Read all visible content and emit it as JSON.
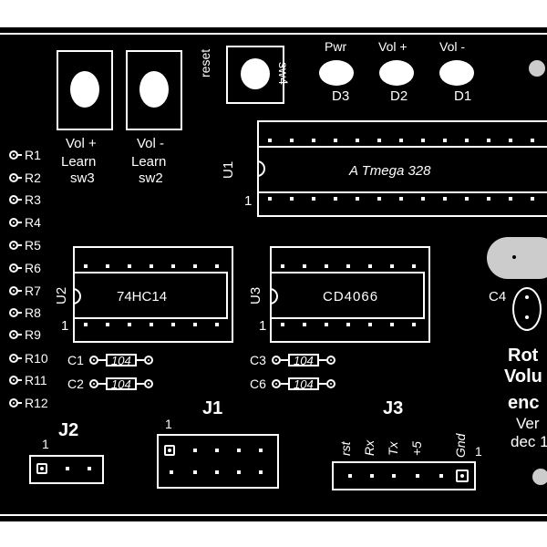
{
  "switches": {
    "sw3": {
      "line1": "Vol +",
      "line2": "Learn",
      "line3": "sw3"
    },
    "sw2": {
      "line1": "Vol -",
      "line2": "Learn",
      "line3": "sw2"
    },
    "sw4": {
      "reset": "reset",
      "ref": "sw4"
    }
  },
  "leds": [
    {
      "label": "Pwr",
      "ref": "D3"
    },
    {
      "label": "Vol +",
      "ref": "D2"
    },
    {
      "label": "Vol -",
      "ref": "D1"
    }
  ],
  "u1": {
    "ref": "U1",
    "part": "A Tmega 328",
    "pin1": "1"
  },
  "u2": {
    "ref": "U2",
    "part": "74HC14",
    "pin1": "1"
  },
  "u3": {
    "ref": "U3",
    "part": "CD4066",
    "pin1": "1"
  },
  "resistors": [
    "R1",
    "R2",
    "R3",
    "R4",
    "R5",
    "R6",
    "R7",
    "R8",
    "R9",
    "R10",
    "R11",
    "R12"
  ],
  "capacitors": [
    {
      "ref": "C1",
      "value": "104"
    },
    {
      "ref": "C2",
      "value": "104"
    },
    {
      "ref": "C3",
      "value": "104"
    },
    {
      "ref": "C6",
      "value": "104"
    }
  ],
  "c4": {
    "ref": "C4"
  },
  "j1": {
    "ref": "J1",
    "pin1": "1"
  },
  "j2": {
    "ref": "J2",
    "pin1": "1"
  },
  "j3": {
    "ref": "J3",
    "pin1": "1",
    "pins": [
      "rst",
      "Rx",
      "Tx",
      "+5",
      "Gnd"
    ]
  },
  "title": {
    "line1": "Rot",
    "line2": "Volu",
    "line3": "enc",
    "line4": "Ver",
    "line5": "dec 1"
  }
}
